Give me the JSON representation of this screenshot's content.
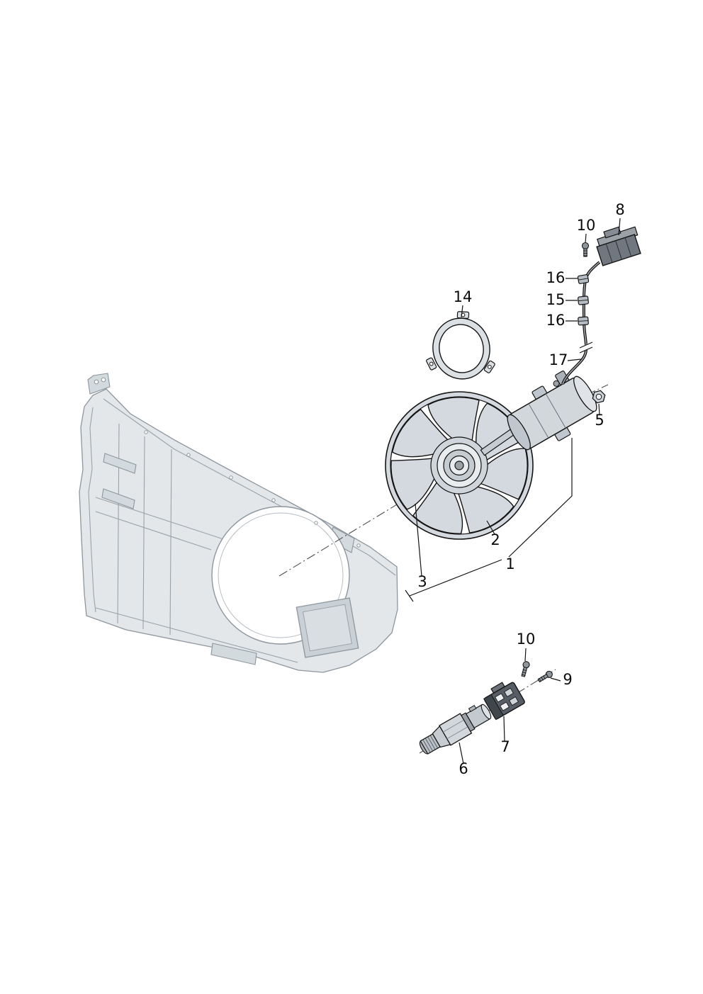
{
  "diagram": {
    "kind": "exploded-parts-diagram",
    "subject": "radiator cooling fan with electric motor, wiring and thermo switch",
    "colors": {
      "background": "#ffffff",
      "line": "#141414",
      "panel_stroke": "#8d969e",
      "panel_fill": "#e3e7ea",
      "part_fill": "#d3d9de",
      "callout_text": "#0a0a0a"
    },
    "callouts": [
      {
        "label": "8"
      },
      {
        "label": "10"
      },
      {
        "label": "16"
      },
      {
        "label": "15"
      },
      {
        "label": "16"
      },
      {
        "label": "17"
      },
      {
        "label": "5"
      },
      {
        "label": "14"
      },
      {
        "label": "2"
      },
      {
        "label": "1"
      },
      {
        "label": "3"
      },
      {
        "label": "10"
      },
      {
        "label": "9"
      },
      {
        "label": "7"
      },
      {
        "label": "6"
      }
    ]
  }
}
